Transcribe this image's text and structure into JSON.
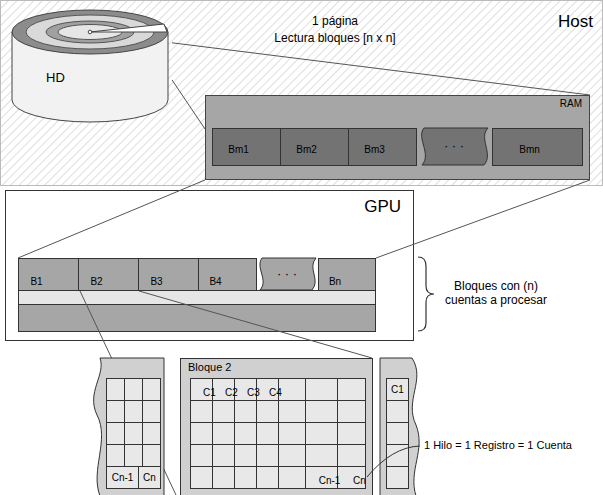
{
  "diagram": {
    "nodes": [
      {
        "text": [
          "Host"
        ]
      },
      {
        "text": [
          "HD"
        ],
        "in": 0
      },
      {
        "text": [
          "RAM"
        ],
        "in": 0
      },
      {
        "text": [
          "Bm1"
        ],
        "in": 2
      },
      {
        "text": [
          "Bm2"
        ],
        "in": 2
      },
      {
        "text": [
          "Bm3"
        ],
        "in": 2
      },
      {
        "text": [
          "Bmn"
        ],
        "in": 2
      },
      {
        "text": [
          "GPU"
        ]
      },
      {
        "text": [
          "B1"
        ],
        "in": 7
      },
      {
        "text": [
          "B2"
        ],
        "in": 7
      },
      {
        "text": [
          "B3"
        ],
        "in": 7
      },
      {
        "text": [
          "B4"
        ],
        "in": 7
      },
      {
        "text": [
          "Bn"
        ],
        "in": 7
      },
      {
        "text": [
          "Cn-1"
        ]
      },
      {
        "text": [
          "Cn"
        ]
      },
      {
        "text": [
          "Bloque 2"
        ]
      },
      {
        "text": [
          "C1"
        ],
        "in": 15
      },
      {
        "text": [
          "C2"
        ],
        "in": 15
      },
      {
        "text": [
          "C3"
        ],
        "in": 15
      },
      {
        "text": [
          "C4"
        ],
        "in": 15
      },
      {
        "text": [
          "Cn-1"
        ],
        "in": 15
      },
      {
        "text": [
          "Cn"
        ],
        "in": 15
      },
      {
        "text": [
          "C1"
        ]
      }
    ],
    "edges": [
      {
        "from": 1,
        "to": 2,
        "arrow": "none"
      },
      {
        "from": 1,
        "to": 2,
        "arrow": "none"
      },
      {
        "from": 2,
        "to": 8,
        "arrow": "none"
      },
      {
        "from": 2,
        "to": 12,
        "arrow": "none"
      },
      {
        "from": 9,
        "to": 15,
        "arrow": "none"
      }
    ],
    "labels": [
      "1 página",
      "Lectura bloques [n x n]",
      "· · ·",
      "· · ·",
      "Bloques con (n) cuentas a procesar",
      "1 Hilo = 1 Registro = 1 Cuenta"
    ]
  }
}
